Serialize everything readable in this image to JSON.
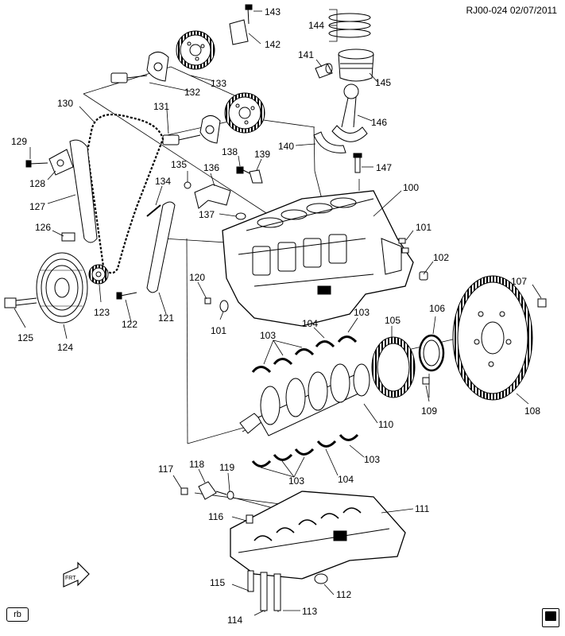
{
  "header": {
    "drawing_id": "RJ00-024 02/07/2011"
  },
  "badges": {
    "bottom_left": "rb"
  },
  "callouts": [
    {
      "label": "143"
    },
    {
      "label": "144"
    },
    {
      "label": "142"
    },
    {
      "label": "141"
    },
    {
      "label": "145"
    },
    {
      "label": "130"
    },
    {
      "label": "131"
    },
    {
      "label": "132"
    },
    {
      "label": "133"
    },
    {
      "label": "146"
    },
    {
      "label": "129"
    },
    {
      "label": "128"
    },
    {
      "label": "127"
    },
    {
      "label": "126"
    },
    {
      "label": "138"
    },
    {
      "label": "139"
    },
    {
      "label": "140"
    },
    {
      "label": "147"
    },
    {
      "label": "135"
    },
    {
      "label": "136"
    },
    {
      "label": "134"
    },
    {
      "label": "100"
    },
    {
      "label": "137"
    },
    {
      "label": "101"
    },
    {
      "label": "102"
    },
    {
      "label": "120"
    },
    {
      "label": "107"
    },
    {
      "label": "123"
    },
    {
      "label": "122"
    },
    {
      "label": "121"
    },
    {
      "label": "125"
    },
    {
      "label": "101"
    },
    {
      "label": "124"
    },
    {
      "label": "106"
    },
    {
      "label": "103"
    },
    {
      "label": "104"
    },
    {
      "label": "103"
    },
    {
      "label": "105"
    },
    {
      "label": "103"
    },
    {
      "label": "109"
    },
    {
      "label": "108"
    },
    {
      "label": "110"
    },
    {
      "label": "103"
    },
    {
      "label": "103"
    },
    {
      "label": "104"
    },
    {
      "label": "117"
    },
    {
      "label": "118"
    },
    {
      "label": "119"
    },
    {
      "label": "111"
    },
    {
      "label": "116"
    },
    {
      "label": "112"
    },
    {
      "label": "115"
    },
    {
      "label": "113"
    },
    {
      "label": "114"
    }
  ]
}
